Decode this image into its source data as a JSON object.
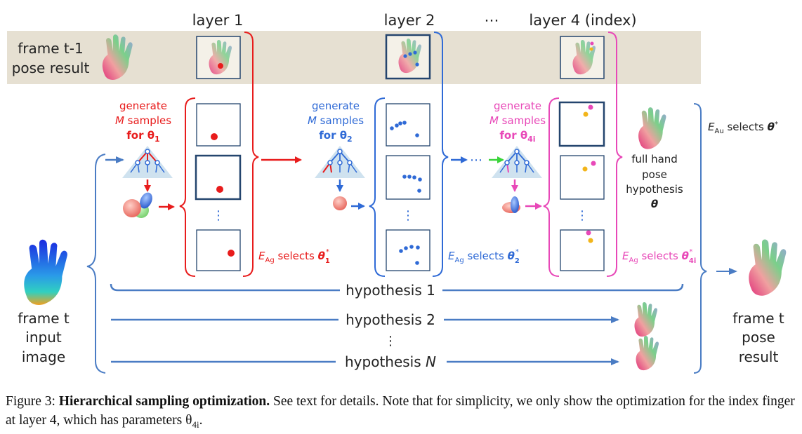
{
  "figure": {
    "layers": [
      "layer 1",
      "layer 2",
      "⋯",
      "layer 4 (index)"
    ],
    "prev_frame_label": [
      "frame t-1",
      "pose result"
    ],
    "input_label": [
      "frame t",
      "input",
      "image"
    ],
    "output_label": [
      "frame t",
      "pose",
      "result"
    ],
    "generate_blocks": [
      {
        "line1": "generate",
        "line2": "M samples",
        "line3": "for θ",
        "sub": "1",
        "color": "#e81c1c"
      },
      {
        "line1": "generate",
        "line2": "M samples",
        "line3": "for θ",
        "sub": "2",
        "color": "#2f6ad6"
      },
      {
        "line1": "generate",
        "line2": "M samples",
        "line3": "for θ",
        "sub": "4i",
        "color": "#e848b8"
      }
    ],
    "selects": [
      {
        "E": "E",
        "Esub": "Ag",
        "text": " selects ",
        "theta": "θ",
        "sub": "1",
        "sup": "*",
        "color": "#e81c1c"
      },
      {
        "E": "E",
        "Esub": "Ag",
        "text": " selects ",
        "theta": "θ",
        "sub": "2",
        "sup": "*",
        "color": "#2f6ad6"
      },
      {
        "E": "E",
        "Esub": "Ag",
        "text": " selects ",
        "theta": "θ",
        "sub": "4i",
        "sup": "*",
        "color": "#e848b8"
      }
    ],
    "eau": {
      "E": "E",
      "Esub": "Au",
      "text": " selects ",
      "theta": "θ",
      "sup": "*"
    },
    "full_hand": [
      "full hand",
      "pose",
      "hypothesis",
      "θ"
    ],
    "hypotheses": [
      "hypothesis 1",
      "hypothesis 2",
      "⋮",
      "hypothesis N"
    ],
    "vdots": "⋮",
    "hdots": "⋯"
  },
  "caption": {
    "prefix": "Figure 3: ",
    "bold": "Hierarchical sampling optimization.",
    "rest": " See text for details. Note that for simplicity, we only show the optimization for the index finger at layer 4, which has parameters θ",
    "sub": "4i",
    "end": "."
  },
  "colors": {
    "red": "#e81c1c",
    "blue": "#2f6ad6",
    "pink": "#e848b8",
    "line_blue": "#4a7cc4",
    "band": "#e6e0d2",
    "box_border": "#24456e"
  }
}
